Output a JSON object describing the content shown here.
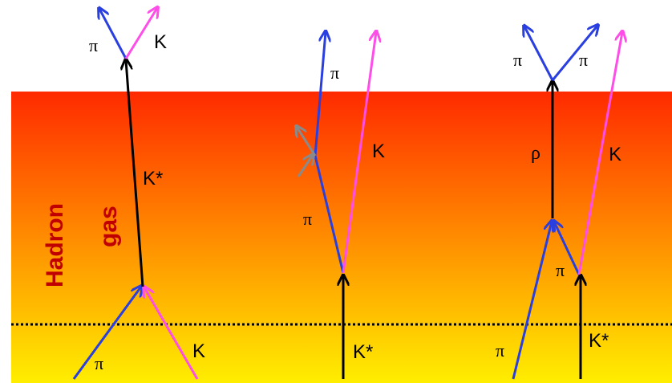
{
  "region": {
    "hadron_label": "Hadron",
    "gas_label": "gas",
    "label_color": "#c00000",
    "gradient_top_color": "#ff2a00",
    "gradient_bottom_color": "#ffee00"
  },
  "colors": {
    "pion": "#2a3fe0",
    "kaon": "#ff4de8",
    "resonance": "#000000",
    "rescatter": "#8a8a8a",
    "freezeout_line": "#000000"
  },
  "panel_left": {
    "pion_in": "π",
    "kaon_in": "K",
    "kstar": "K*",
    "pion_out": "π",
    "kaon_out": "K"
  },
  "panel_middle": {
    "kstar_in": "K*",
    "pion_mid": "π",
    "pion_out": "π",
    "kaon_out": "K"
  },
  "panel_right": {
    "pion_in": "π",
    "kstar_in": "K*",
    "pion_mid": "π",
    "rho": "ρ",
    "kaon_out": "K",
    "pion_out_left": "π",
    "pion_out_right": "π"
  }
}
